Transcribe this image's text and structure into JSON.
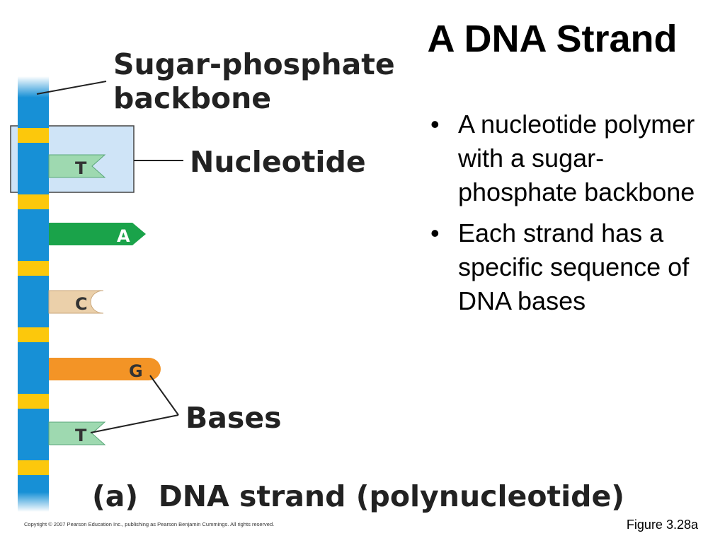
{
  "slide": {
    "title": "A DNA Strand",
    "bullets": [
      "A nucleotide polymer with a sugar-phosphate backbone",
      "Each strand has a specific sequence of DNA bases"
    ],
    "figure_ref": "Figure 3.28a"
  },
  "diagram": {
    "label_backbone_line1": "Sugar-phosphate",
    "label_backbone_line2": "backbone",
    "label_nucleotide": "Nucleotide",
    "label_bases": "Bases",
    "caption": "(a)  DNA strand (polynucleotide)",
    "bases": [
      "T",
      "A",
      "C",
      "G",
      "T"
    ]
  },
  "copyright": "Copyright © 2007 Pearson Education Inc., publishing as Pearson Benjamin Cummings. All rights reserved.",
  "colors": {
    "backbone_blue": "#1790d6",
    "sugar_yellow": "#fcc80c",
    "thymine_green": "#9ed9b0",
    "adenine_green": "#1aa34a",
    "cytosine_tan": "#ebd0aa",
    "guanine_orange": "#f39426",
    "nucleotide_highlight": "#cfe4f7"
  }
}
